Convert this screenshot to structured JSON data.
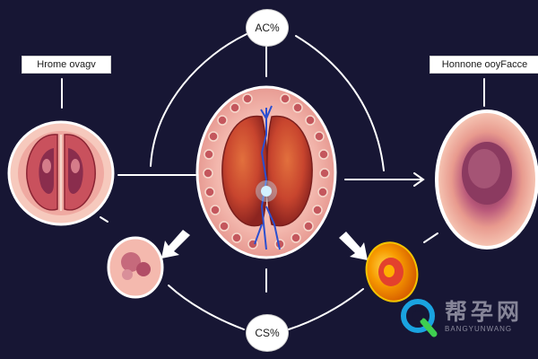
{
  "labels": {
    "top": "AC%",
    "bottom": "CS%",
    "left_box": "Hrome ovagv",
    "right_box": "Honnone ooyFacce"
  },
  "watermark": {
    "main": "帮孕网",
    "sub": "BANGYUNWANG"
  },
  "colors": {
    "background": "#171634",
    "connector": "#ffffff",
    "tissue_pink": "#f3b3ad",
    "tissue_red": "#c8452e",
    "follicle_purple": "#a64a6f",
    "corpus_orange": "#f7a500",
    "watermark_blue": "#1aa3e0",
    "watermark_green": "#3fcf50"
  }
}
